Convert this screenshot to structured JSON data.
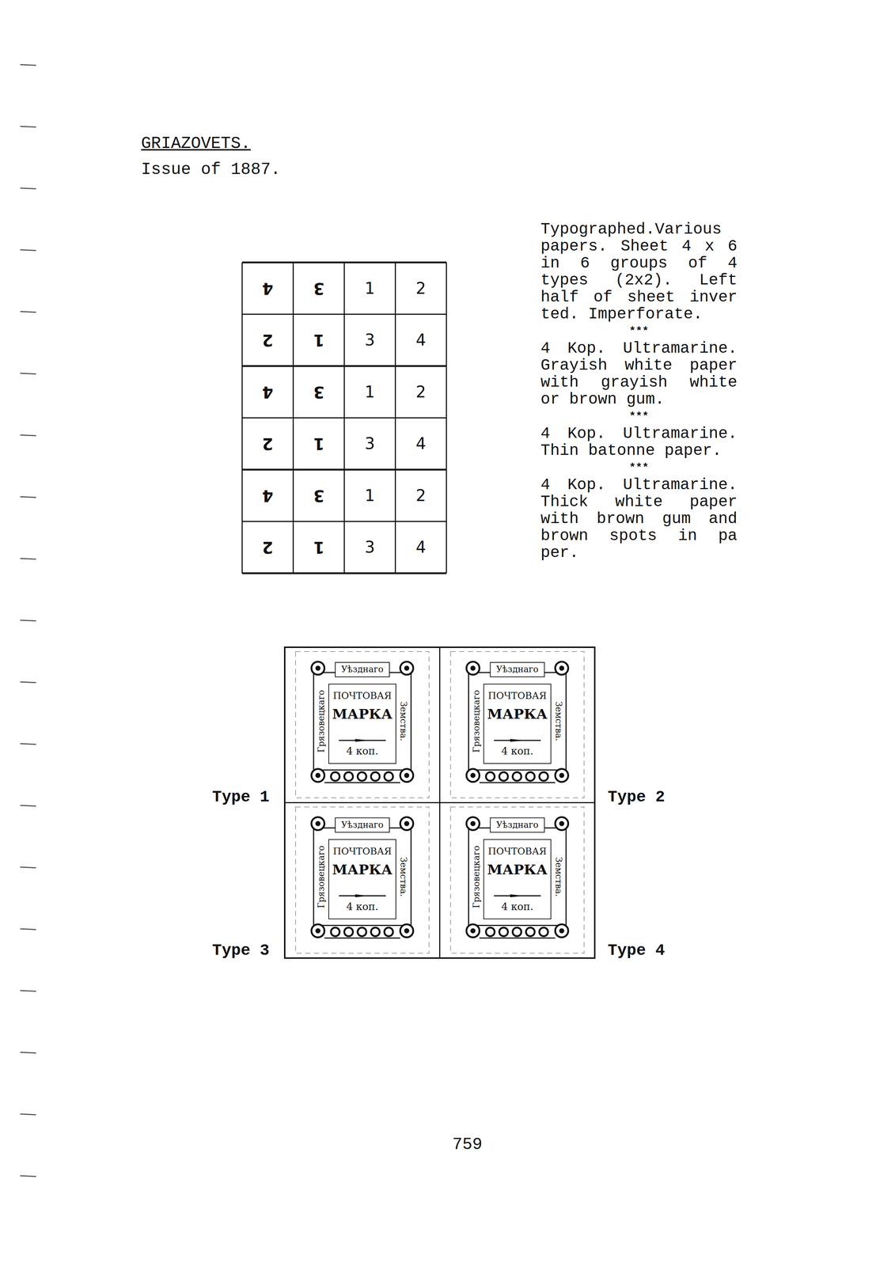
{
  "diagram": {
    "title": "GRIAZOVETS.",
    "labels": [
      "Issue of 1887.",
      "4",
      "3",
      "1",
      "2",
      "2",
      "1",
      "3",
      "4",
      "4",
      "3",
      "1",
      "2",
      "2",
      "1",
      "3",
      "4",
      "4",
      "3",
      "1",
      "2",
      "2",
      "1",
      "3",
      "4",
      "Typographed.Various papers. Sheet 4 x 6 in 6 groups of 4 types (2x2). Left half of sheet inver ted. Imperforate.",
      "***",
      "4 Kop. Ultramarine. Grayish white paper with grayish white or brown gum.",
      "***",
      "4 Kop. Ultramarine. Thin batonne paper.",
      "***",
      "4 Kop. Ultramarine. Thick white paper with brown gum and brown spots in pa per.",
      "Уѣзднаго",
      "Грязовецкаго",
      "Земства.",
      "ПОЧТОВАЯ",
      "МАРКА",
      "4 коп.",
      "Уѣзднаго",
      "Грязовецкаго",
      "Земства.",
      "ПОЧТОВАЯ",
      "МАРКА",
      "4 коп.",
      "Уѣзднаго",
      "Грязовецкаго",
      "Земства.",
      "ПОЧТОВАЯ",
      "МАРКА",
      "4 коп.",
      "Уѣзднаго",
      "Грязовецкаго",
      "Земства.",
      "ПОЧТОВАЯ",
      "МАРКА",
      "4 коп.",
      "Type 1",
      "Type 2",
      "Type 3",
      "Type 4",
      "759"
    ]
  }
}
